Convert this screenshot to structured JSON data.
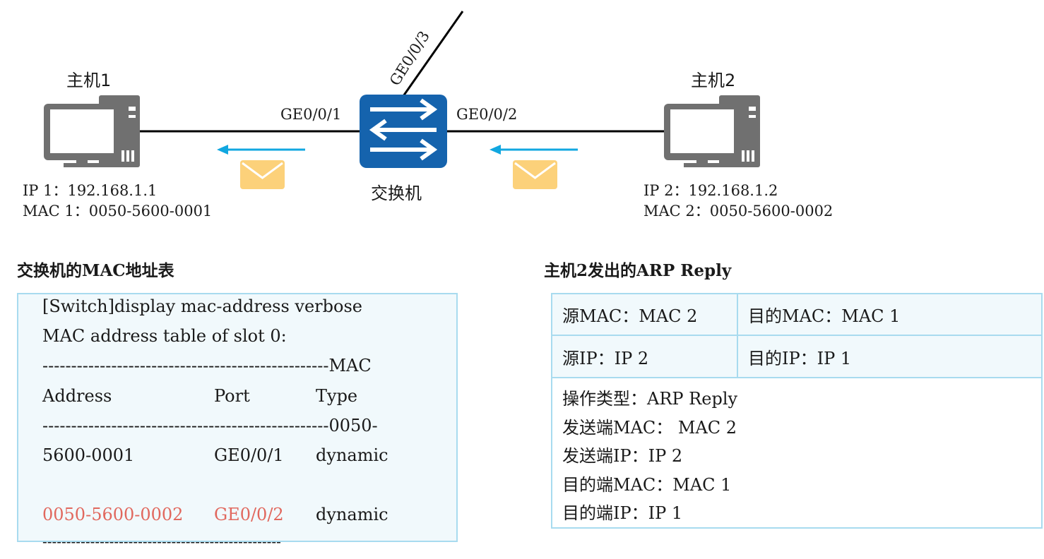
{
  "hosts": {
    "host1": {
      "name": "主机1",
      "ip": "IP 1：192.168.1.1",
      "mac": "MAC 1：0050-5600-0001"
    },
    "host2": {
      "name": "主机2",
      "ip": "IP 2：192.168.1.2",
      "mac": "MAC 2：0050-5600-0002"
    }
  },
  "switch": {
    "name": "交换机",
    "port1": "GE0/0/1",
    "port2": "GE0/0/2",
    "port3": "GE0/0/3"
  },
  "mac_table": {
    "title": "交换机的MAC地址表",
    "lines": {
      "command": "[Switch]display mac-address verbose",
      "slot": "MAC address table of slot 0:",
      "dash1": "--------------------------------------------------MAC",
      "dash2": "--------------------------------------------------0050-",
      "dash3": "--------------------------------------------------"
    },
    "header": {
      "address": "Address",
      "port": "Port",
      "type": "Type"
    },
    "row1": {
      "address": "5600-0001",
      "port": "GE0/0/1",
      "type": "dynamic"
    },
    "row2": {
      "address": "0050-5600-0002",
      "port": "GE0/0/2",
      "type": "dynamic"
    }
  },
  "arp_reply": {
    "title": "主机2发出的ARP Reply",
    "src_mac": "源MAC：MAC 2",
    "dst_mac": "目的MAC：MAC 1",
    "src_ip": "源IP：IP 2",
    "dst_ip": "目的IP：IP 1",
    "fields": [
      "操作类型：ARP Reply",
      "发送端MAC： MAC 2",
      "发送端IP：IP 2",
      "目的端MAC：MAC 1",
      "目的端IP：IP 1"
    ]
  },
  "colors": {
    "switch_blue": "#1563ad",
    "arrow_cyan": "#11a7e0",
    "envelope": "#fcd17a",
    "highlight_red": "#e1685e",
    "box_border": "#a8dbef",
    "box_fill": "#f1f9fc",
    "computer_gray": "#707070"
  }
}
